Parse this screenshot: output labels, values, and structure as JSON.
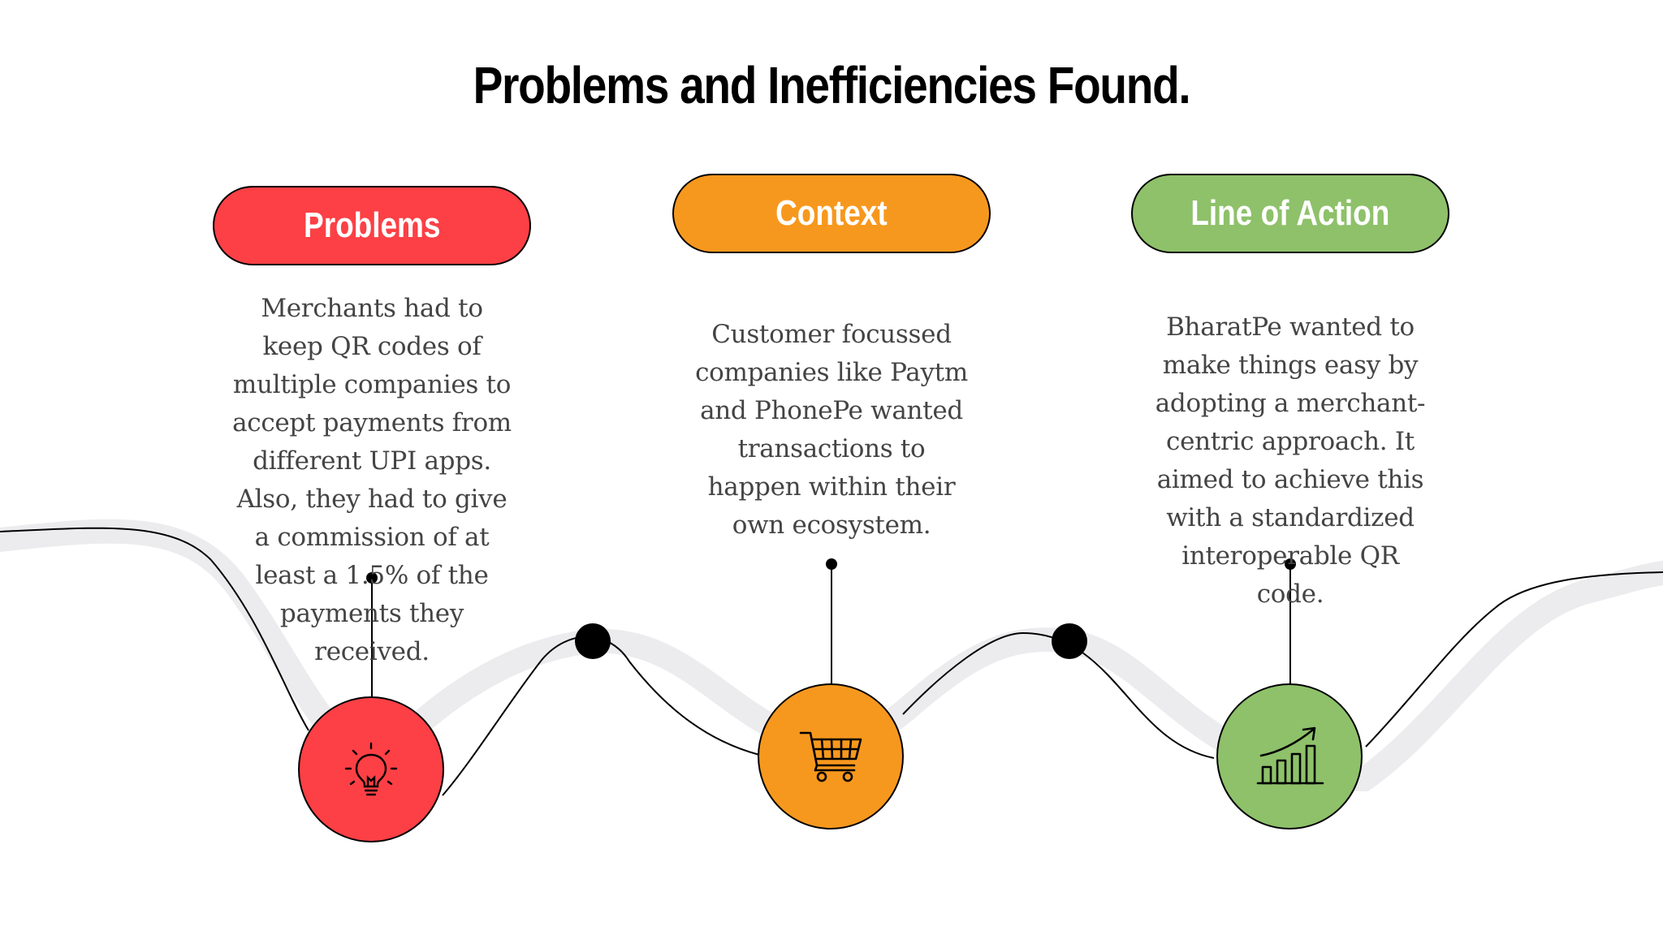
{
  "title": "Problems and Inefficiencies Found.",
  "colors": {
    "problems": "#fc4045",
    "context": "#f7981e",
    "action": "#8ec16a",
    "wave_shadow": "#ececee",
    "line": "#000000"
  },
  "columns": [
    {
      "label": "Problems",
      "icon": "lightbulb-icon",
      "text": "Merchants had to keep QR codes of multiple companies to accept payments from different UPI apps. Also, they had to give a commission of at least a 1.5% of the payments they received."
    },
    {
      "label": "Context",
      "icon": "shopping-cart-icon",
      "text": "Customer focussed companies like Paytm and PhonePe wanted transactions to happen within their own ecosystem."
    },
    {
      "label": "Line of Action",
      "icon": "growth-chart-icon",
      "text": "BharatPe wanted to make things easy by adopting a merchant-centric approach. It aimed to achieve this with a standardized interoperable QR code."
    }
  ]
}
